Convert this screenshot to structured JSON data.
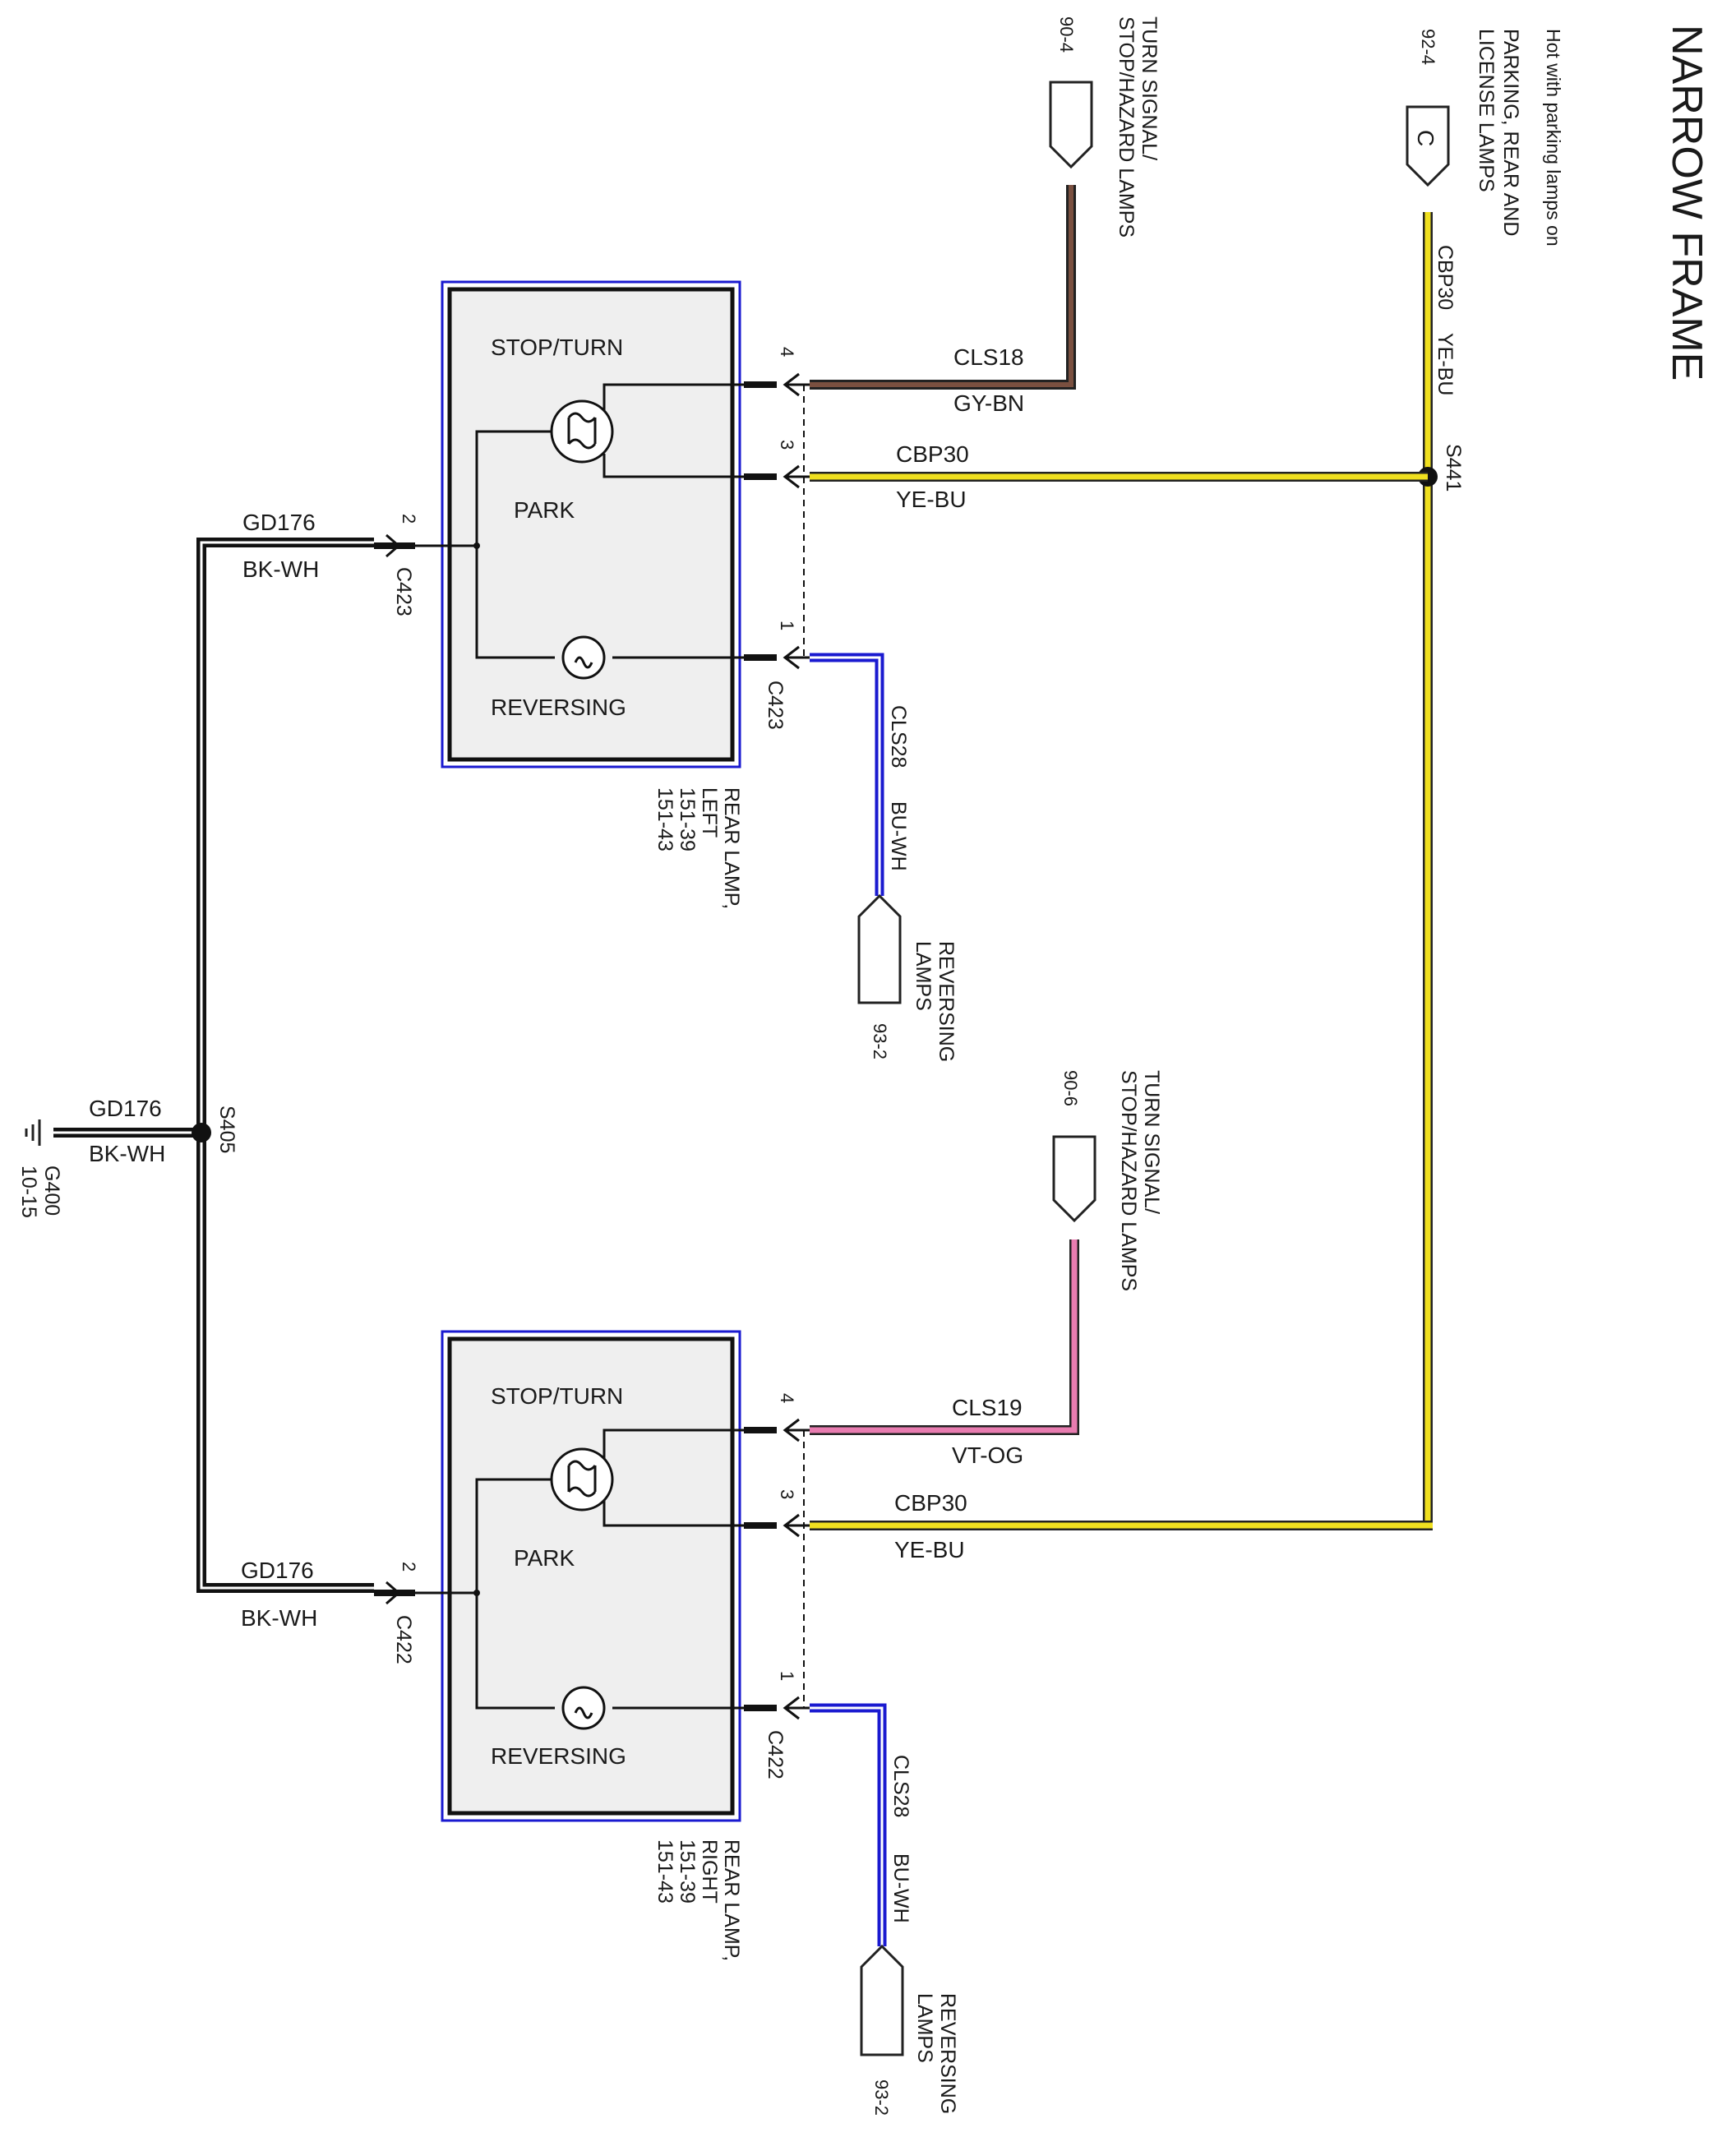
{
  "title": "NARROW FRAME",
  "note": "Hot with parking lamps on",
  "colors": {
    "ye_bu_yellow": "#f0e020",
    "gy_bn_brown": "#7a5040",
    "vt_og_pink": "#e87cb0",
    "bu_wh_blue": "#1a1ad0",
    "bk_wh_black": "#111111",
    "component_border": "#1a1ad0",
    "component_fill": "#efefef"
  },
  "source_top": {
    "line1": "PARKING, REAR AND",
    "line2": "LICENSE LAMPS",
    "ref": "92-4",
    "connector_letter": "C",
    "circuit": "CBP30",
    "wire_color": "YE-BU"
  },
  "splice_s441": "S441",
  "splice_s405": "S405",
  "turn_left": {
    "line1": "TURN SIGNAL/",
    "line2": "STOP/HAZARD LAMPS",
    "ref": "90-4"
  },
  "turn_right": {
    "line1": "TURN SIGNAL/",
    "line2": "STOP/HAZARD LAMPS",
    "ref": "90-6"
  },
  "rev_left": {
    "line1": "REVERSING",
    "line2": "LAMPS",
    "ref": "93-2"
  },
  "rev_right": {
    "line1": "REVERSING",
    "line2": "LAMPS",
    "ref": "93-2"
  },
  "lamp_left": {
    "stop_turn": "STOP/TURN",
    "park": "PARK",
    "reversing": "REVERSING",
    "name1": "REAR LAMP,",
    "name2": "LEFT",
    "ref1": "151-39",
    "ref2": "151-43",
    "connector": "C423",
    "pin4": "4",
    "pin3": "3",
    "pin1": "1",
    "pin2": "2",
    "w4_circuit": "CLS18",
    "w4_color": "GY-BN",
    "w3_circuit": "CBP30",
    "w3_color": "YE-BU",
    "w1_circuit": "CLS28",
    "w1_color": "BU-WH",
    "gnd_circuit": "GD176",
    "gnd_color": "BK-WH"
  },
  "lamp_right": {
    "stop_turn": "STOP/TURN",
    "park": "PARK",
    "reversing": "REVERSING",
    "name1": "REAR LAMP,",
    "name2": "RIGHT",
    "ref1": "151-39",
    "ref2": "151-43",
    "connector": "C422",
    "pin4": "4",
    "pin3": "3",
    "pin1": "1",
    "pin2": "2",
    "w4_circuit": "CLS19",
    "w4_color": "VT-OG",
    "w3_circuit": "CBP30",
    "w3_color": "YE-BU",
    "w1_circuit": "CLS28",
    "w1_color": "BU-WH",
    "gnd_circuit": "GD176",
    "gnd_color": "BK-WH"
  },
  "ground": {
    "circuit": "GD176",
    "color": "BK-WH",
    "name": "G400",
    "ref": "10-15"
  }
}
